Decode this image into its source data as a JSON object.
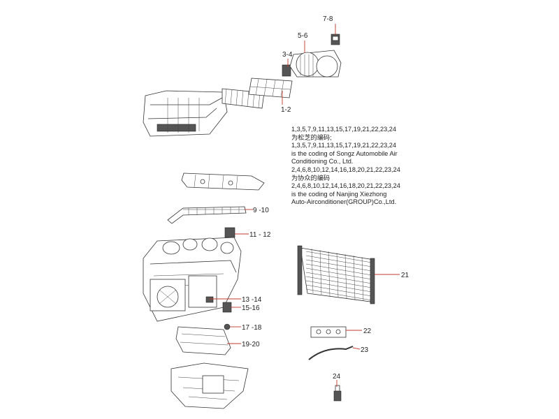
{
  "labels": {
    "p1_2": "1-2",
    "p3_4": "3-4",
    "p5_6": "5-6",
    "p7_8": "7-8",
    "p9_10": "9 -10",
    "p11_12": "11 - 12",
    "p13_14": "13 -14",
    "p15_16": "15-16",
    "p17_18": "17 -18",
    "p19_20": "19-20",
    "p21": "21",
    "p22": "22",
    "p23": "23",
    "p24": "24"
  },
  "note": {
    "line1": "1,3,5,7,9,11,13,15,17,19,21,22,23,24",
    "line2": "为松芝的编码;",
    "line3": "1,3,5,7,9,11,13,15,17,19,21,22,23,24",
    "line4": "is the coding of Songz Automobile Air",
    "line5": "Conditioning Co., Ltd.",
    "line6": "2,4,6,8,10,12,14,16,18,20,21,22,23,24",
    "line7": "为协众的编码",
    "line8": "2,4,6,8,10,12,14,16,18,20,21,22,23,24",
    "line9": "is the coding of Nanjing Xiezhong",
    "line10": "Auto-Airconditioner(GROUP)Co.,Ltd."
  },
  "colors": {
    "leader": "#c0392b",
    "line": "#333333"
  }
}
